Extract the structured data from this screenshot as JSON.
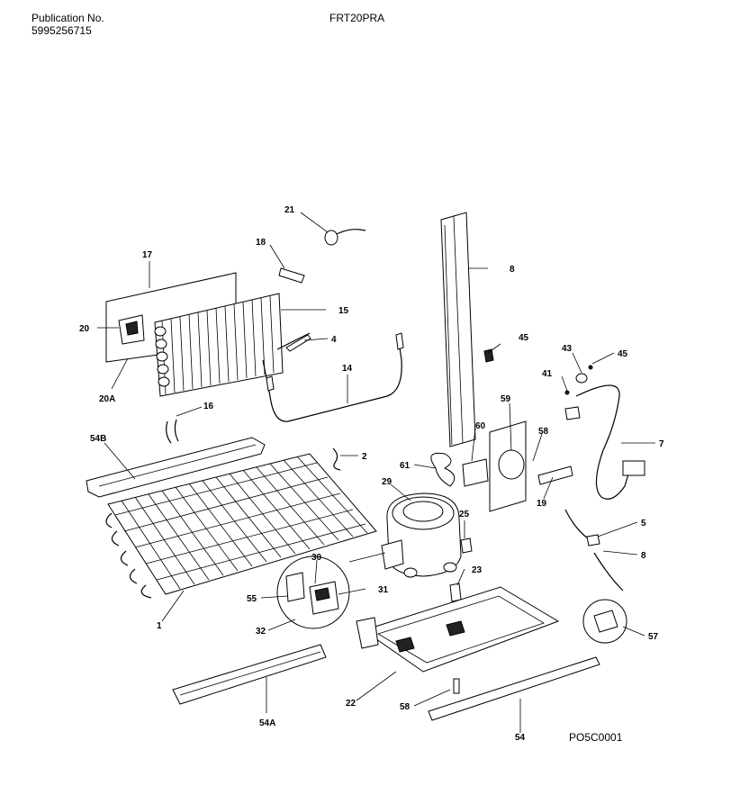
{
  "header": {
    "publication_label": "Publication No.",
    "publication_number": "5995256715",
    "model": "FRT20PRA"
  },
  "diagram_code": "PO5C0001",
  "callouts": [
    "21",
    "18",
    "17",
    "15",
    "20",
    "4",
    "20A",
    "14",
    "16",
    "54B",
    "2",
    "1",
    "29",
    "25",
    "30",
    "31",
    "55",
    "32",
    "23",
    "22",
    "58",
    "54A",
    "54",
    "8",
    "45",
    "43",
    "45",
    "41",
    "59",
    "58",
    "60",
    "61",
    "19",
    "7",
    "5",
    "8",
    "57"
  ]
}
